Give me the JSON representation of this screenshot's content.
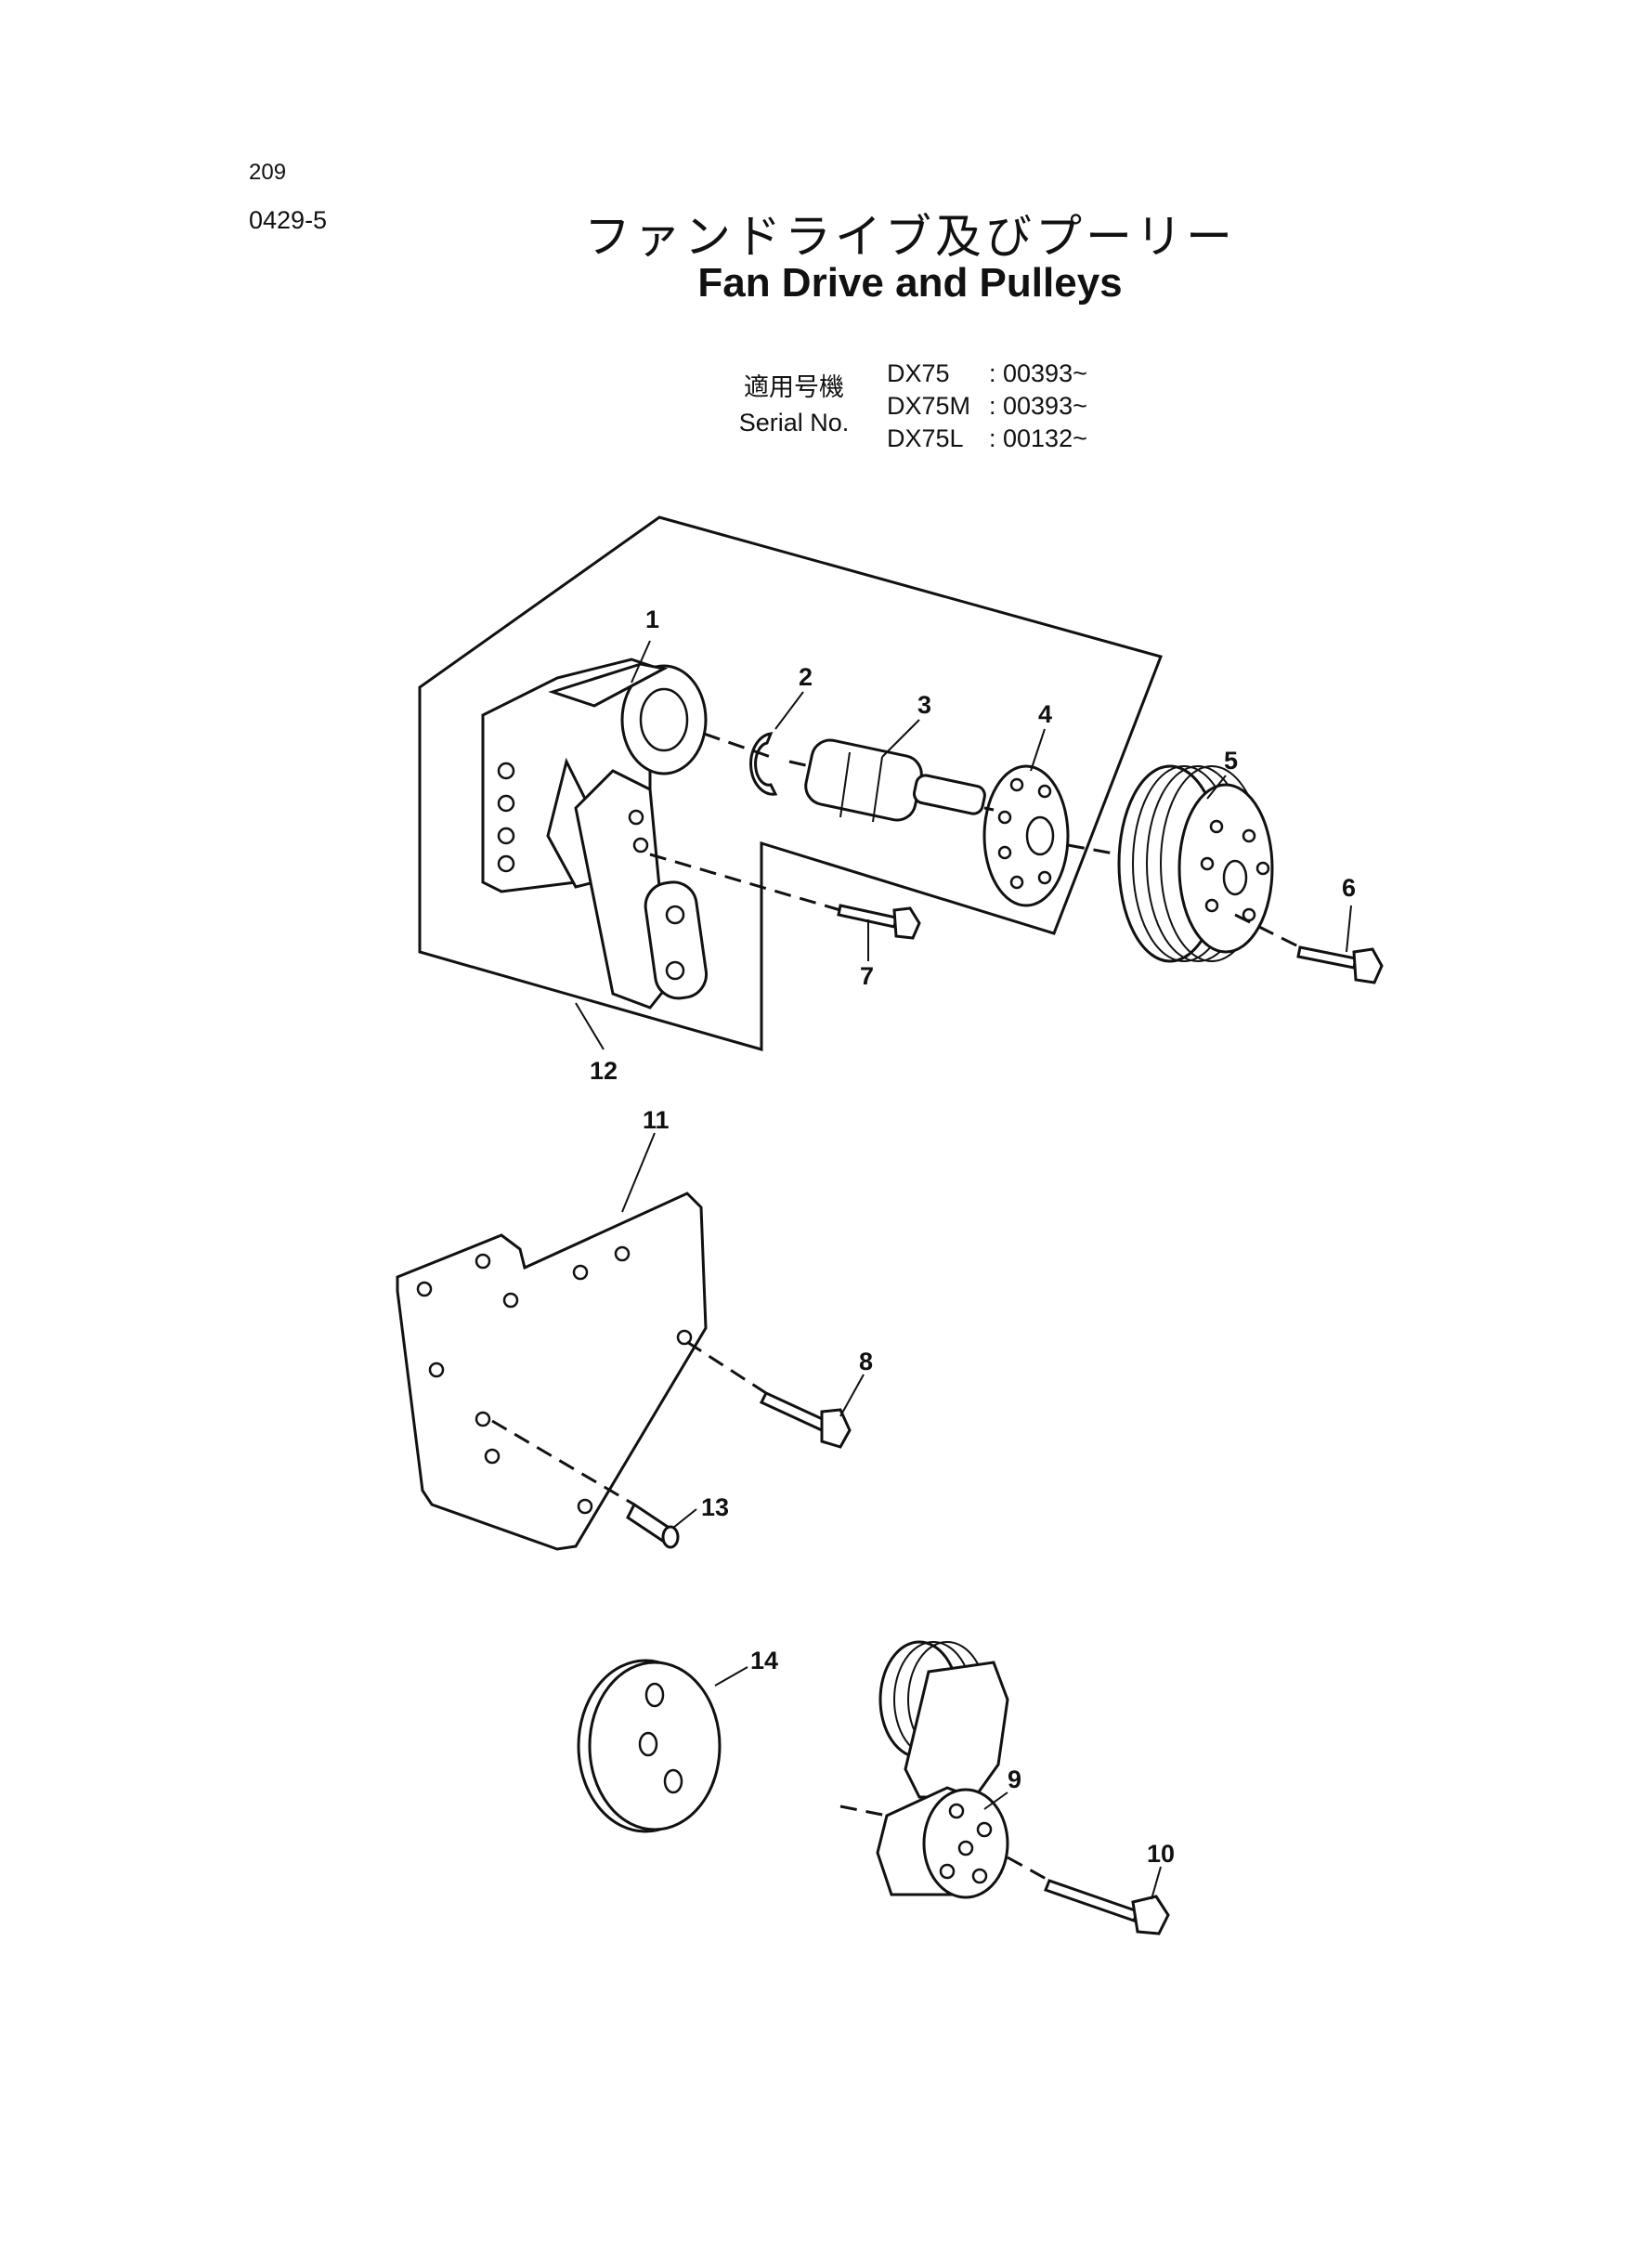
{
  "header": {
    "page_number": "209",
    "page_code": "0429-5",
    "title_jp": "ファンドライブ及びプーリー",
    "title_en": "Fan Drive and Pulleys"
  },
  "serial": {
    "label_jp": "適用号機",
    "label_en": "Serial No.",
    "models": [
      {
        "model": "DX75",
        "serial": ": 00393~"
      },
      {
        "model": "DX75M",
        "serial": ": 00393~"
      },
      {
        "model": "DX75L",
        "serial": ": 00132~"
      }
    ]
  },
  "callouts": [
    "1",
    "2",
    "3",
    "4",
    "5",
    "6",
    "7",
    "8",
    "9",
    "10",
    "11",
    "12",
    "13",
    "14"
  ]
}
